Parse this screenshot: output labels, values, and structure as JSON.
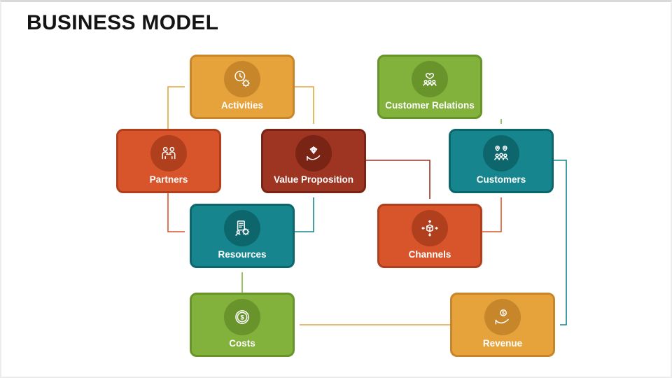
{
  "slide": {
    "title": "BUSINESS MODEL",
    "title_color": "#141414",
    "background": "#ffffff"
  },
  "palette": {
    "amber": "#E7A33B",
    "amber_dark": "#C8862B",
    "green": "#82B13C",
    "green_dark": "#69942C",
    "red": "#D8552B",
    "red_dark": "#B03F1D",
    "maroon": "#9E3422",
    "maroon_dark": "#7A2415",
    "teal": "#17858D",
    "teal_dark": "#0E666D"
  },
  "nodes": [
    {
      "id": "activities",
      "label": "Activities",
      "color": "amber",
      "icon": "clock-gear-icon"
    },
    {
      "id": "customer-relations",
      "label": "Customer Relations",
      "color": "green",
      "icon": "heart-people-icon"
    },
    {
      "id": "partners",
      "label": "Partners",
      "color": "red",
      "icon": "partners-icon"
    },
    {
      "id": "value-proposition",
      "label": "Value Proposition",
      "color": "maroon",
      "icon": "hand-gift-icon"
    },
    {
      "id": "customers",
      "label": "Customers",
      "color": "teal",
      "icon": "people-pins-icon"
    },
    {
      "id": "resources",
      "label": "Resources",
      "color": "teal",
      "icon": "document-gear-icon"
    },
    {
      "id": "channels",
      "label": "Channels",
      "color": "red",
      "icon": "cube-arrows-icon"
    },
    {
      "id": "costs",
      "label": "Costs",
      "color": "green",
      "icon": "dollar-coin-icon"
    },
    {
      "id": "revenue",
      "label": "Revenue",
      "color": "amber",
      "icon": "hand-coin-icon"
    }
  ],
  "connections": [
    {
      "from": "partners",
      "to": "activities",
      "color": "#E7A33B"
    },
    {
      "from": "activities",
      "to": "value-proposition",
      "color": "#E7A33B"
    },
    {
      "from": "partners",
      "to": "resources",
      "color": "#D8552B"
    },
    {
      "from": "resources",
      "to": "value-proposition",
      "color": "#17858D"
    },
    {
      "from": "value-proposition",
      "to": "channels",
      "color": "#9E3422"
    },
    {
      "from": "channels",
      "to": "customers",
      "color": "#D8552B"
    },
    {
      "from": "customer-relations",
      "to": "customers",
      "color": "#82B13C"
    },
    {
      "from": "customers",
      "to": "revenue",
      "color": "#17858D"
    },
    {
      "from": "revenue",
      "to": "costs",
      "color": "#E7A33B"
    },
    {
      "from": "costs",
      "to": "resources",
      "color": "#82B13C"
    }
  ]
}
